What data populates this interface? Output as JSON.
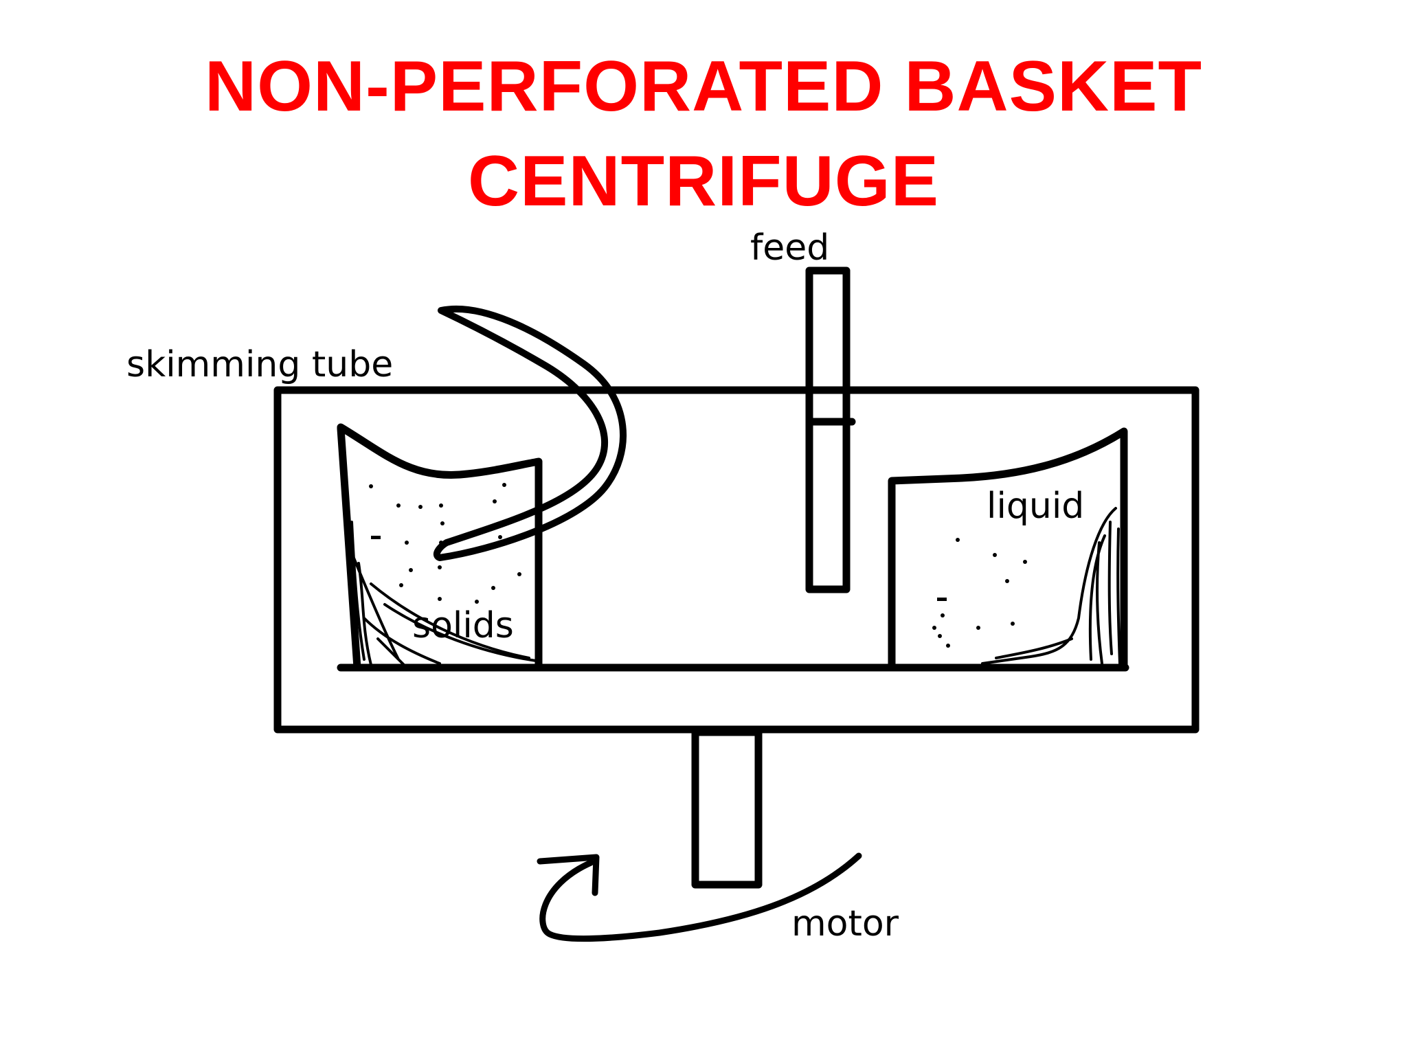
{
  "title": {
    "line1": "NON-PERFORATED BASKET",
    "line2": "CENTRIFUGE",
    "color": "#ff0000"
  },
  "labels": {
    "feed": "feed",
    "skimming_tube": "skimming tube",
    "liquid": "liquid",
    "solids": "solids",
    "motor": "motor"
  }
}
